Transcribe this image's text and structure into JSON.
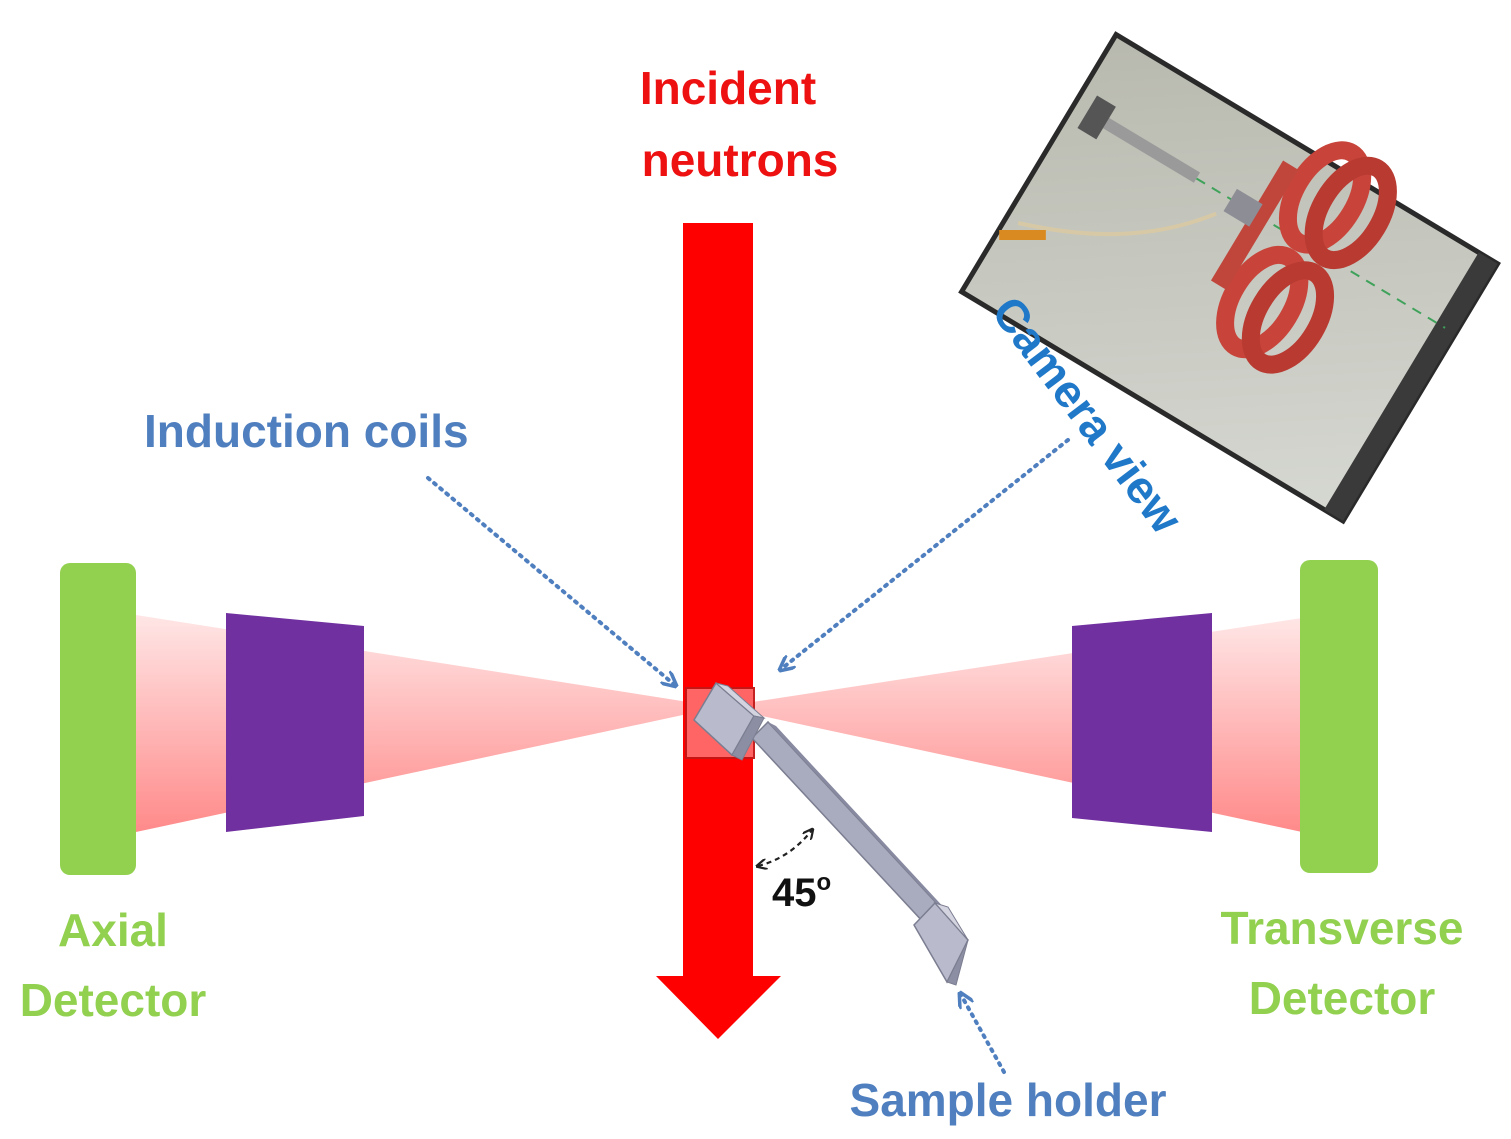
{
  "colors": {
    "neutron_beam": "#ff0000",
    "neutron_label": "#ee1111",
    "detector": "#92d050",
    "collimator": "#7030a0",
    "cone_light": "#ffe2e2",
    "cone_dark": "#ff8c8c",
    "annotation_blue": "#4f7fbf",
    "camera_label": "#1f78c8",
    "sample": "#a9abbe",
    "angle_text": "#111111",
    "camera_frame": "#2a2a2a",
    "coil": "#c8443a"
  },
  "labels": {
    "incident_line1": "Incident",
    "incident_line2": "neutrons",
    "induction_coils": "Induction coils",
    "camera_view": "Camera view",
    "axial_line1": "Axial",
    "axial_line2": "Detector",
    "transverse_line1": "Transverse",
    "transverse_line2": "Detector",
    "angle_value": "45",
    "angle_unit": "o",
    "sample_holder": "Sample holder"
  },
  "icons": {
    "camera_inset": "photo-of-induction-coils",
    "neutron_arrow": "arrow-down",
    "annotation_arrows": "dotted-arrow"
  }
}
